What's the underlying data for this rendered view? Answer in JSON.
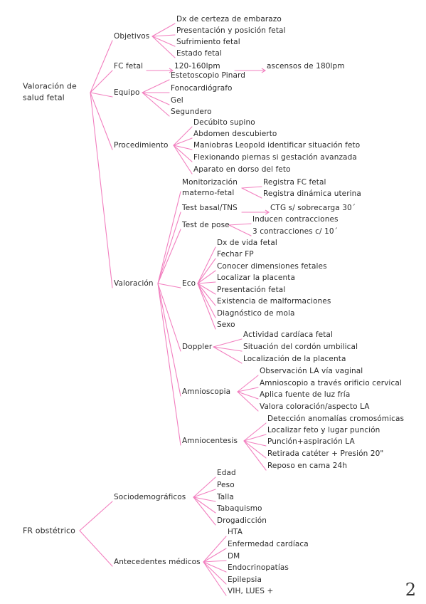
{
  "colors": {
    "branch_line": "#f27fbf",
    "text": "#2a2a2a"
  },
  "page_number": "2",
  "tree": {
    "valoracion_root": [
      "Valoración de",
      "salud fetal"
    ],
    "objetivos": {
      "label": "Objetivos",
      "items": [
        "Dx de certeza de embarazo",
        "Presentación y posición fetal",
        "Sufrimiento fetal",
        "Estado fetal"
      ]
    },
    "fc_fetal": {
      "label": "FC fetal",
      "value": "120-160lpm",
      "detail": "ascensos de 180lpm"
    },
    "equipo": {
      "label": "Equipo",
      "items": [
        "Estetoscopio Pinard",
        "Fonocardiógrafo",
        "Gel",
        "Segundero"
      ]
    },
    "procedimiento": {
      "label": "Procedimiento",
      "items": [
        "Decúbito supino",
        "Abdomen descubierto",
        "Maniobras Leopold identificar situación feto",
        "Flexionando piernas si gestación avanzada",
        "Aparato en dorso del feto"
      ]
    },
    "valoracion": {
      "label": "Valoración",
      "monitorizacion": {
        "label": [
          "Monitorización",
          "materno-fetal"
        ],
        "items": [
          "Registra FC fetal",
          "Registra dinámica uterina"
        ]
      },
      "test_basal": {
        "label": "Test basal/TNS",
        "detail": "CTG s/ sobrecarga 30´"
      },
      "test_pose": {
        "label": "Test de pose",
        "items": [
          "Inducen contracciones",
          "3 contracciones c/ 10´"
        ]
      },
      "eco": {
        "label": "Eco",
        "items": [
          "Dx de vida fetal",
          "Fechar FP",
          "Conocer dimensiones fetales",
          "Localizar la placenta",
          "Presentación fetal",
          "Existencia de malformaciones",
          "Diagnóstico de mola",
          "Sexo"
        ]
      },
      "doppler": {
        "label": "Doppler",
        "items": [
          "Actividad cardíaca fetal",
          "Situación del cordón umbilical",
          "Localización de la placenta"
        ]
      },
      "amnioscopia": {
        "label": "Amnioscopia",
        "items": [
          "Observación LA vía vaginal",
          "Amnioscopio a través orificio cervical",
          "Aplica fuente de luz fría",
          "Valora coloración/aspecto LA"
        ]
      },
      "amniocentesis": {
        "label": "Amniocentesis",
        "items": [
          "Detección anomalías cromosómicas",
          "Localizar feto y lugar punción",
          "Punción+aspiración LA",
          "Retirada catéter + Presión 20\"",
          "Reposo en cama 24h"
        ]
      }
    },
    "fr_root": "FR obstétrico",
    "sociodemograficos": {
      "label": "Sociodemográficos",
      "items": [
        "Edad",
        "Peso",
        "Talla",
        "Tabaquismo",
        "Drogadicción"
      ]
    },
    "antecedentes": {
      "label": "Antecedentes médicos",
      "items": [
        "HTA",
        "Enfermedad cardíaca",
        "DM",
        "Endocrinopatías",
        "Epilepsia",
        "VIH, LUES +"
      ]
    }
  }
}
